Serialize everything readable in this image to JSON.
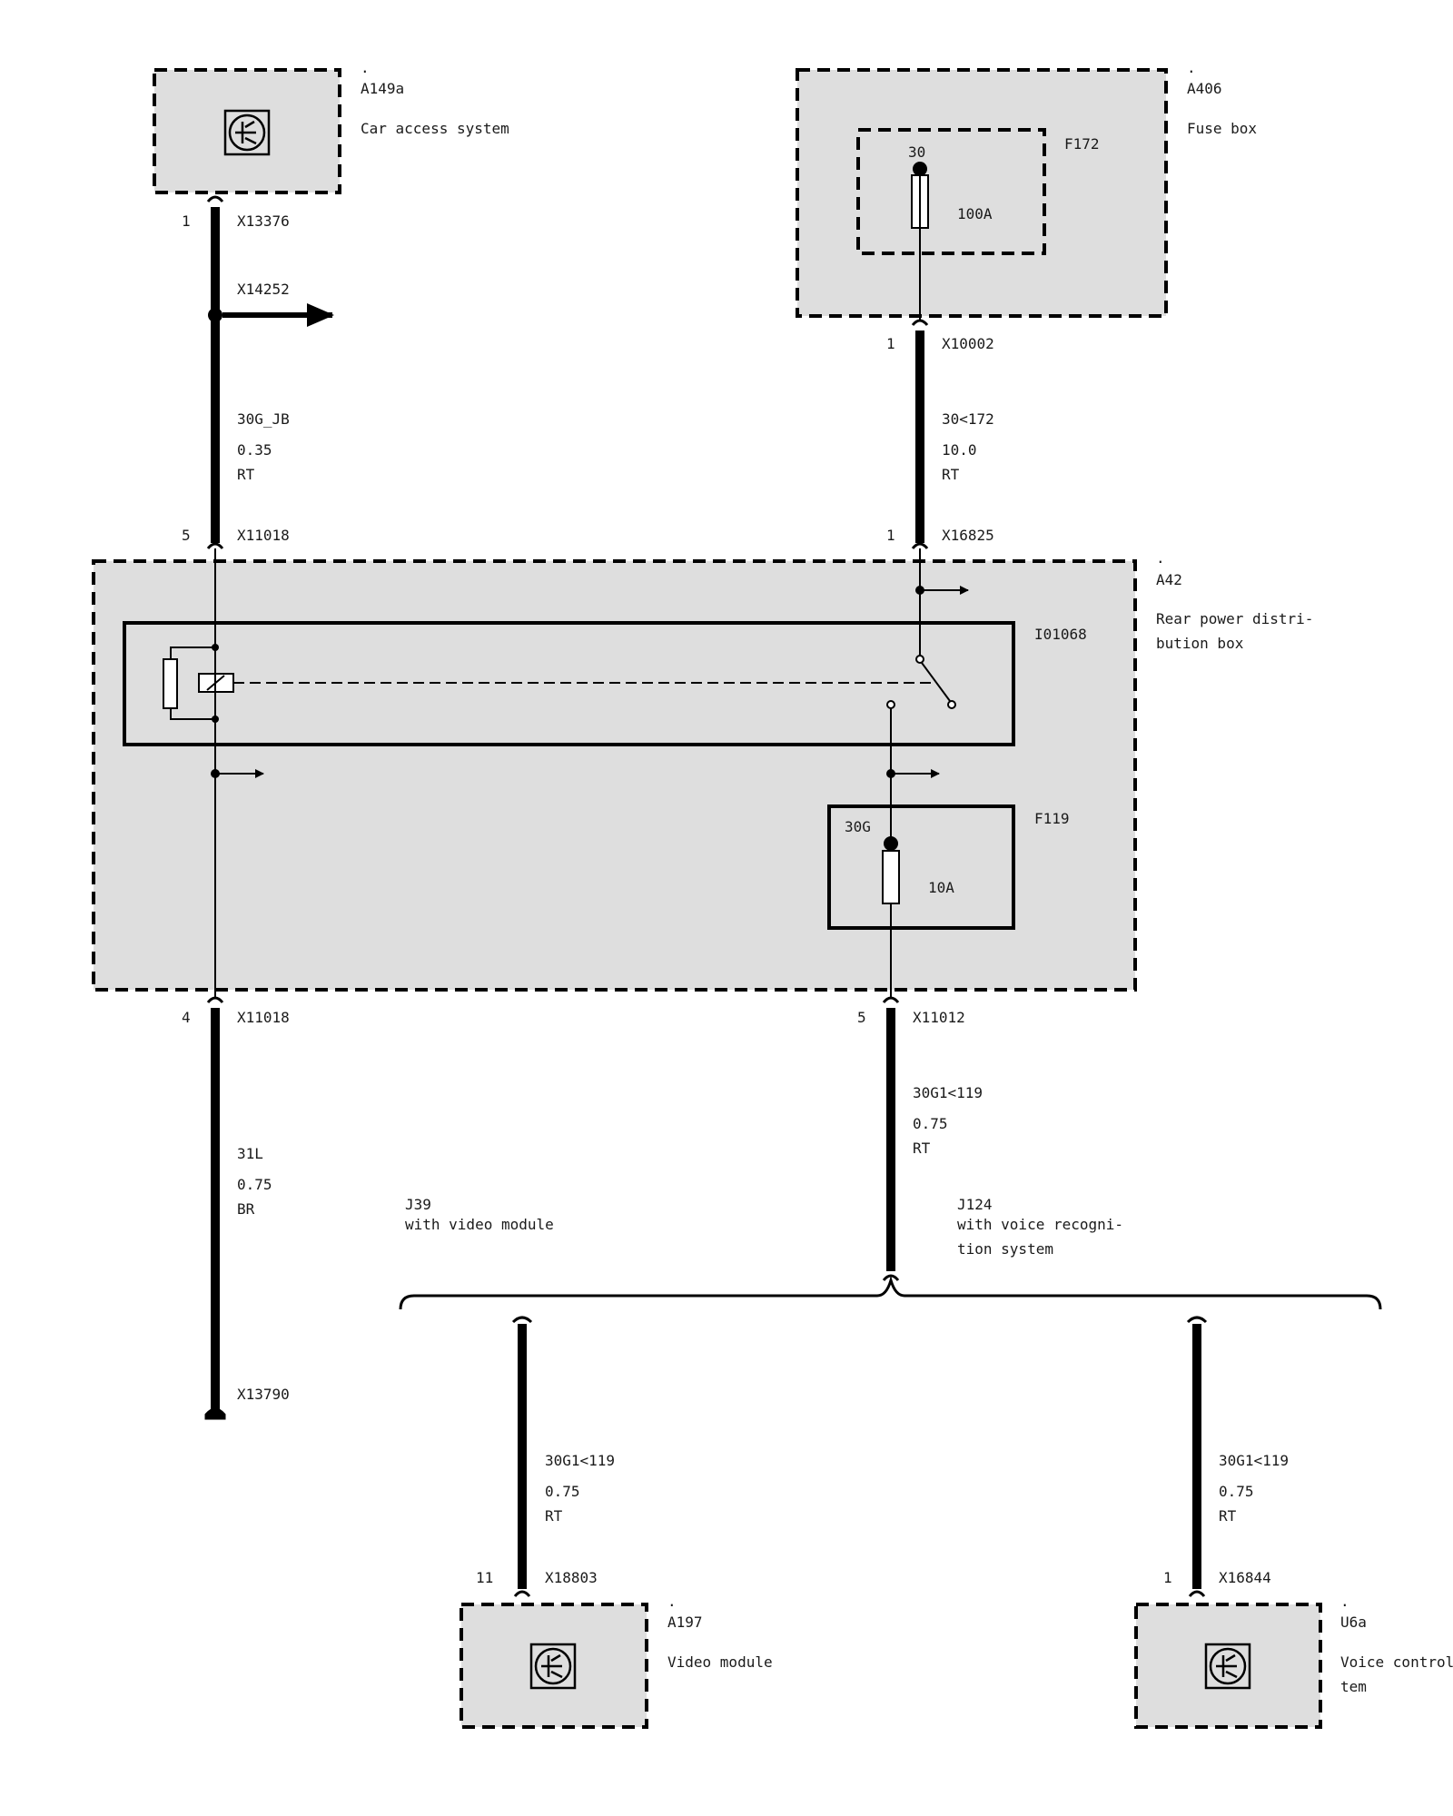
{
  "components": {
    "a149a": {
      "dot": ".",
      "id": "A149a",
      "name": "Car access system"
    },
    "a406": {
      "dot": ".",
      "id": "A406",
      "name": "Fuse box"
    },
    "a42": {
      "dot": ".",
      "id": "A42",
      "name_line1": "Rear power distri-",
      "name_line2": "bution box"
    },
    "a197": {
      "dot": ".",
      "id": "A197",
      "name": "Video module"
    },
    "u6a": {
      "dot": ".",
      "id": "U6a",
      "name_line1": "Voice control sys-",
      "name_line2": "tem"
    }
  },
  "fuses": {
    "f172": {
      "id": "F172",
      "terminal": "30",
      "rating": "100A"
    },
    "f119": {
      "id": "F119",
      "terminal": "30G",
      "rating": "10A"
    }
  },
  "relay": {
    "id": "I01068"
  },
  "connectors": {
    "x13376": {
      "pin": "1",
      "id": "X13376"
    },
    "x14252": {
      "id": "X14252"
    },
    "x10002": {
      "pin": "1",
      "id": "X10002"
    },
    "x11018_top": {
      "pin": "5",
      "id": "X11018"
    },
    "x16825": {
      "pin": "1",
      "id": "X16825"
    },
    "x11018_bottom": {
      "pin": "4",
      "id": "X11018"
    },
    "x11012": {
      "pin": "5",
      "id": "X11012"
    },
    "x13790": {
      "id": "X13790"
    },
    "x18803": {
      "pin": "11",
      "id": "X18803"
    },
    "x16844": {
      "pin": "1",
      "id": "X16844"
    }
  },
  "wires": {
    "w1": {
      "signal": "30G_JB",
      "cross_section": "0.35",
      "color": "RT"
    },
    "w2": {
      "signal": "30<172",
      "cross_section": "10.0",
      "color": "RT"
    },
    "w3": {
      "signal": "31L",
      "cross_section": "0.75",
      "color": "BR"
    },
    "w4": {
      "signal": "30G1<119",
      "cross_section": "0.75",
      "color": "RT"
    },
    "w5": {
      "signal": "30G1<119",
      "cross_section": "0.75",
      "color": "RT"
    },
    "w6": {
      "signal": "30G1<119",
      "cross_section": "0.75",
      "color": "RT"
    }
  },
  "variants": {
    "j39": {
      "id": "J39",
      "desc": "with video module"
    },
    "j124": {
      "id": "J124",
      "desc_line1": "with voice recogni-",
      "desc_line2": "tion system"
    }
  },
  "colors": {
    "component_fill": "#dedede",
    "line": "#000000",
    "text": "#1a1a1a"
  }
}
